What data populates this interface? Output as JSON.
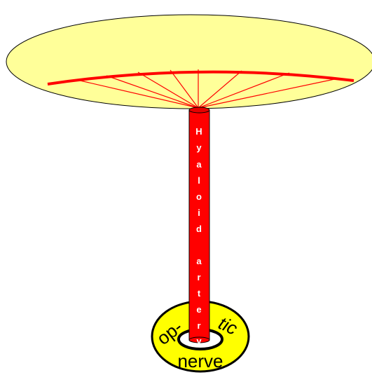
{
  "diagram": {
    "artery_letters": [
      "H",
      "y",
      "a",
      "l",
      "o",
      "i",
      "d",
      "a",
      "r",
      "t",
      "e",
      "r",
      "y"
    ],
    "nerve_words": {
      "op": "op-",
      "tic": "tic",
      "nerve": "nerve"
    }
  }
}
